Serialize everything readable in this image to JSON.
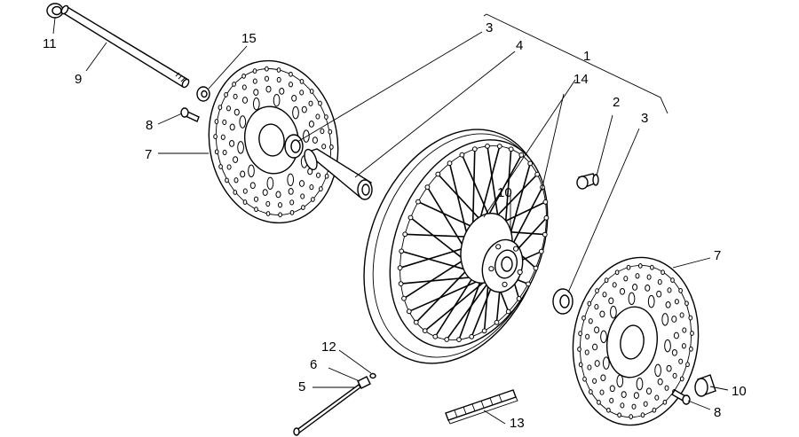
{
  "callouts": [
    {
      "id": "c11",
      "text": "11"
    },
    {
      "id": "c9",
      "text": "9"
    },
    {
      "id": "c15",
      "text": "15"
    },
    {
      "id": "c8a",
      "text": "8"
    },
    {
      "id": "c7a",
      "text": "7"
    },
    {
      "id": "c3a",
      "text": "3"
    },
    {
      "id": "c4",
      "text": "4"
    },
    {
      "id": "c1",
      "text": "1"
    },
    {
      "id": "c14",
      "text": "14"
    },
    {
      "id": "c2",
      "text": "2"
    },
    {
      "id": "c3b",
      "text": "3"
    },
    {
      "id": "c10a",
      "text": "10"
    },
    {
      "id": "c7b",
      "text": "7"
    },
    {
      "id": "c10b",
      "text": "10"
    },
    {
      "id": "c8b",
      "text": "8"
    },
    {
      "id": "c12",
      "text": "12"
    },
    {
      "id": "c6",
      "text": "6"
    },
    {
      "id": "c5",
      "text": "5"
    },
    {
      "id": "c13",
      "text": "13"
    }
  ]
}
